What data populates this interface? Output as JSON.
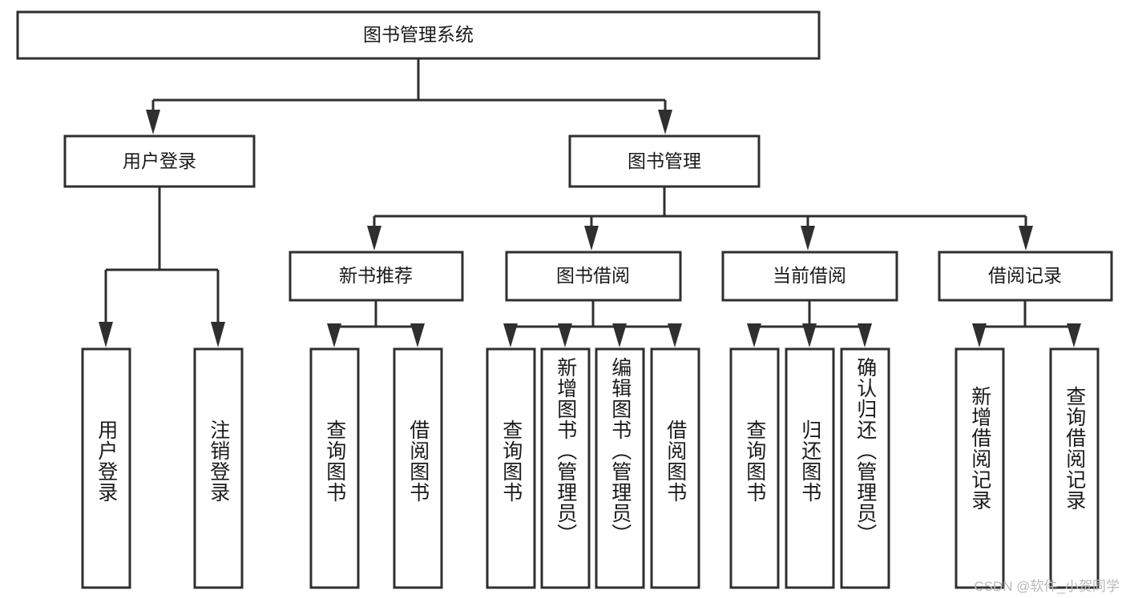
{
  "diagram": {
    "type": "tree",
    "title": "图书管理系统",
    "watermark": "CSDN @软件_小贺同学",
    "colors": {
      "stroke": "#2f2f2f",
      "fill": "#ffffff",
      "text": "#1a1a1a",
      "watermark": "#b9b9b9"
    },
    "root": {
      "label": "图书管理系统"
    },
    "level2": [
      {
        "label": "用户登录"
      },
      {
        "label": "图书管理"
      }
    ],
    "level3": [
      {
        "label": "新书推荐"
      },
      {
        "label": "图书借阅"
      },
      {
        "label": "当前借阅"
      },
      {
        "label": "借阅记录"
      }
    ],
    "leaves": {
      "user_login": [
        {
          "label": "用户登录"
        },
        {
          "label": "注销登录"
        }
      ],
      "new_book_recommend": [
        {
          "label": "查询图书"
        },
        {
          "label": "借阅图书"
        }
      ],
      "book_borrow": [
        {
          "label": "查询图书"
        },
        {
          "label": "新增图书（管理员）"
        },
        {
          "label": "编辑图书（管理员）"
        },
        {
          "label": "借阅图书"
        }
      ],
      "current_borrow": [
        {
          "label": "查询图书"
        },
        {
          "label": "归还图书"
        },
        {
          "label": "确认归还（管理员）"
        }
      ],
      "borrow_record": [
        {
          "label": "新增借阅记录"
        },
        {
          "label": "查询借阅记录"
        }
      ]
    }
  }
}
